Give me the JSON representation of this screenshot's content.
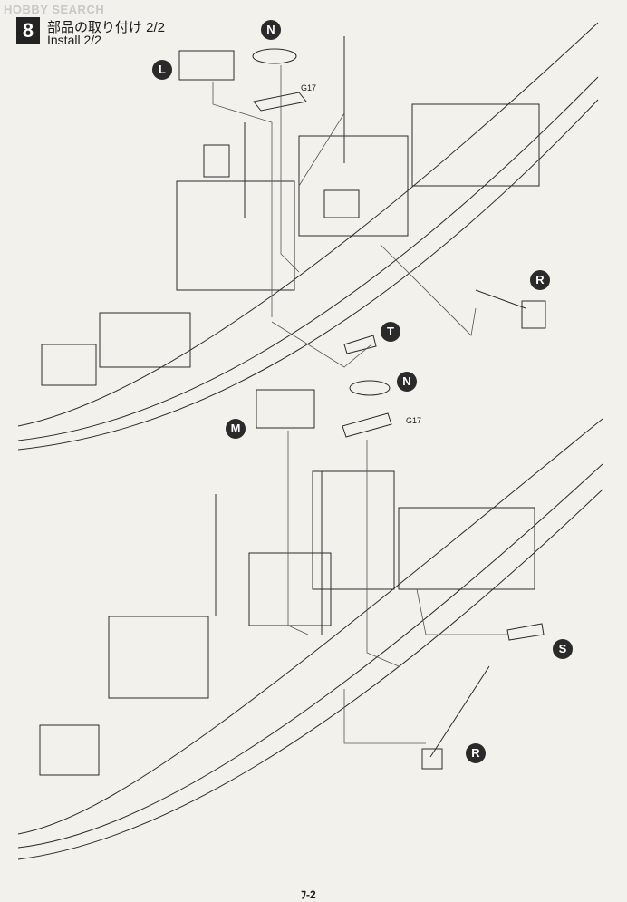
{
  "watermark": "HOBBY SEARCH",
  "step": {
    "number": "8",
    "title_ja": "部品の取り付け 2/2",
    "title_en": "Install 2/2"
  },
  "callouts": {
    "top": [
      "L",
      "N",
      "R",
      "T"
    ],
    "bottom": [
      "M",
      "N",
      "S",
      "R"
    ]
  },
  "part_labels": {
    "top_g17": "G17",
    "bottom_g17": "G17"
  },
  "page_footer": "ﾌ-2"
}
